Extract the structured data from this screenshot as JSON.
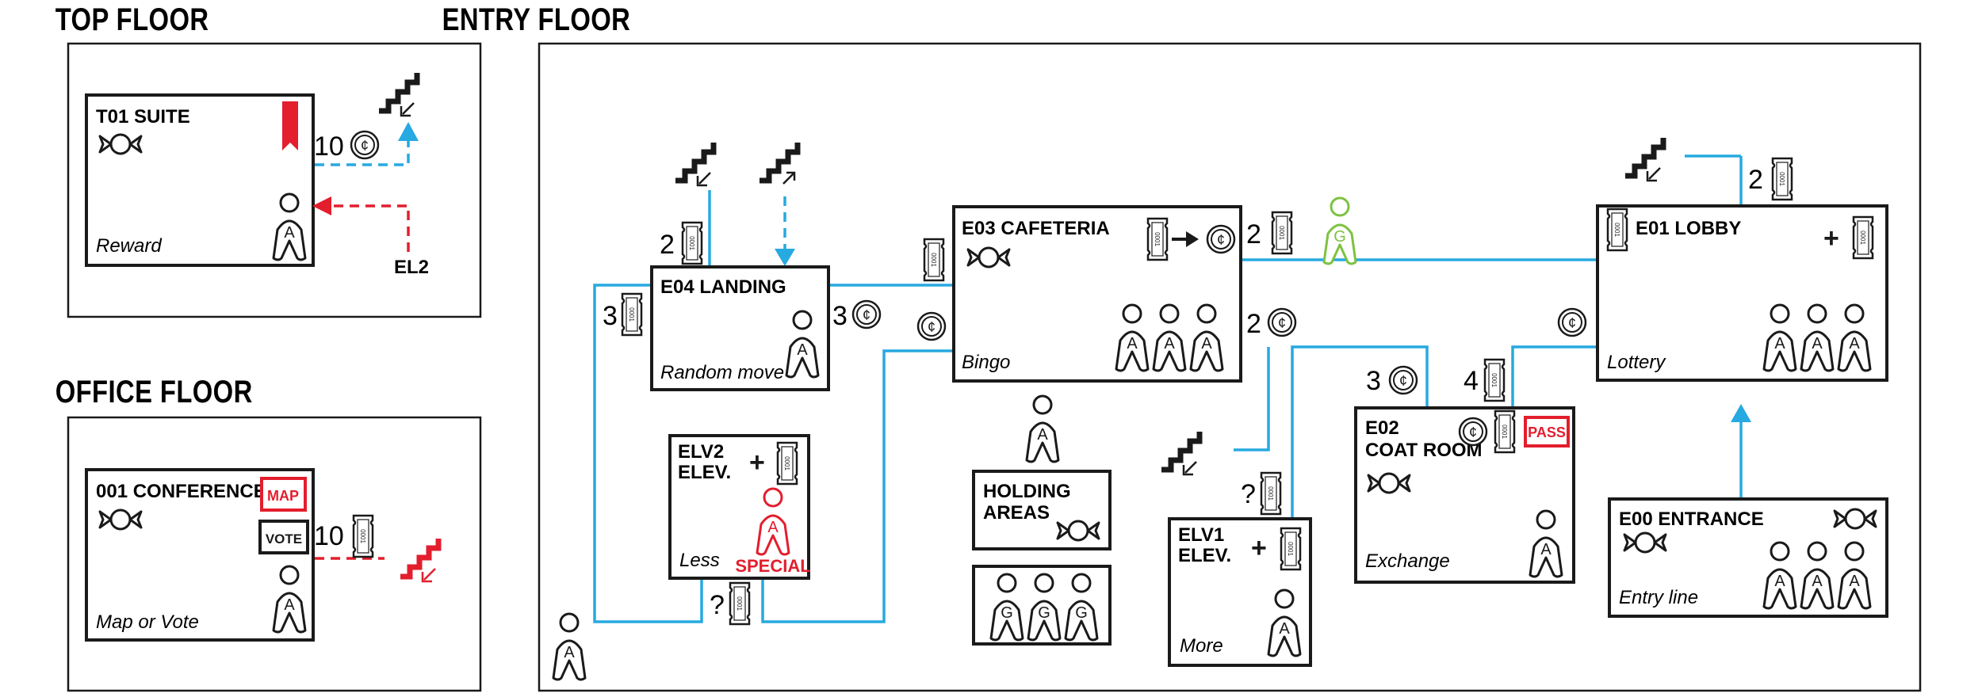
{
  "floors": {
    "top": "TOP FLOOR",
    "office": "OFFICE FLOOR",
    "entry": "ENTRY FLOOR"
  },
  "rooms": {
    "t01": {
      "name": "T01 SUITE",
      "action": "Reward"
    },
    "o01": {
      "name": "001 CONFERENCE",
      "action": "Map or Vote",
      "badge_map": "MAP",
      "badge_vote": "VOTE"
    },
    "e04": {
      "name": "E04 LANDING",
      "action": "Random move"
    },
    "e03": {
      "name": "E03 CAFETERIA",
      "action": "Bingo"
    },
    "e01": {
      "name": "E01 LOBBY",
      "action": "Lottery"
    },
    "e02": {
      "name_line1": "E02",
      "name_line2": "COAT ROOM",
      "action": "Exchange",
      "badge_pass": "PASS"
    },
    "elv2": {
      "name_line1": "ELV2",
      "name_line2": "ELEV.",
      "action": "Less",
      "special": "SPECIAL"
    },
    "elv1": {
      "name_line1": "ELV1",
      "name_line2": "ELEV.",
      "action": "More"
    },
    "e00": {
      "name": "E00 ENTRANCE",
      "action": "Entry line"
    },
    "holding": {
      "line1": "HOLDING",
      "line2": "AREAS"
    }
  },
  "costs": {
    "t01_coins": "10",
    "o01_tickets": "10",
    "e04_stairs_tickets": "2",
    "e04_left_tickets": "3",
    "e04_right_coins": "3",
    "e03_right_tickets": "2",
    "e03_bottom_coins": "2",
    "e02_coins": "3",
    "e02_tickets": "4",
    "e01_top_tickets": "2",
    "elv2_unknown": "?",
    "elv1_unknown": "?"
  },
  "labels": {
    "el2": "EL2",
    "pawn_a": "A",
    "pawn_g": "G",
    "coin": "¢",
    "ticket": "0001",
    "plus": "+"
  },
  "colors": {
    "path": "#27a9e1",
    "red": "#e31e2d",
    "green": "#7dc242",
    "ink": "#1a1a1a"
  }
}
